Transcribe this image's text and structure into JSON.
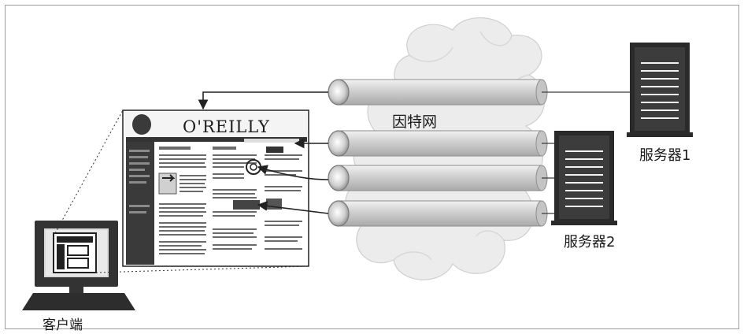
{
  "labels": {
    "internet": "因特网",
    "server1": "服务器1",
    "server2": "服务器2",
    "client": "客户端"
  },
  "webpage": {
    "logo": "O'REILLY"
  },
  "icons": [
    "cloud-icon",
    "server-icon",
    "computer-icon",
    "webpage-screenshot",
    "pipe-icon"
  ],
  "colors": {
    "pipe": "#d8d8d8",
    "cloud": "#ececec",
    "server": "#2a2a2a",
    "monitor": "#333333",
    "line": "#3a3a3a"
  }
}
